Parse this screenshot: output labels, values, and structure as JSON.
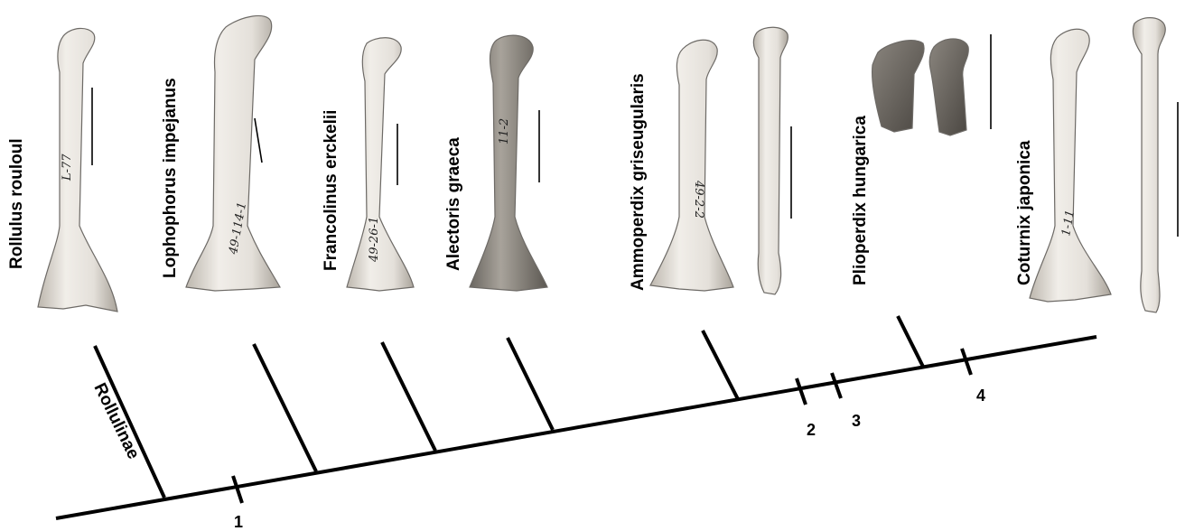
{
  "taxa": [
    {
      "name": "Rollulus rouloul",
      "specimen_number": "L-77"
    },
    {
      "name": "Lophophorus impejanus",
      "specimen_number": "49-114-1"
    },
    {
      "name": "Francolinus erckelii",
      "specimen_number": "49-26-1"
    },
    {
      "name": "Alectoris graeca",
      "specimen_number": "11-2"
    },
    {
      "name": "Ammoperdix griseugularis",
      "specimen_number": "49-2-2"
    },
    {
      "name": "Plioperdix hungarica",
      "specimen_number": ""
    },
    {
      "name": "Coturnix japonica",
      "specimen_number": "1-11"
    }
  ],
  "clade_label": "Rollulinae",
  "node_labels": [
    "1",
    "2",
    "3",
    "4"
  ],
  "colors": {
    "line": "#000000",
    "bone_light": "#e9e6e1",
    "bone_mid": "#cfcac3",
    "bone_dark": "#6f6b66",
    "fossil": "#5e5a55"
  }
}
